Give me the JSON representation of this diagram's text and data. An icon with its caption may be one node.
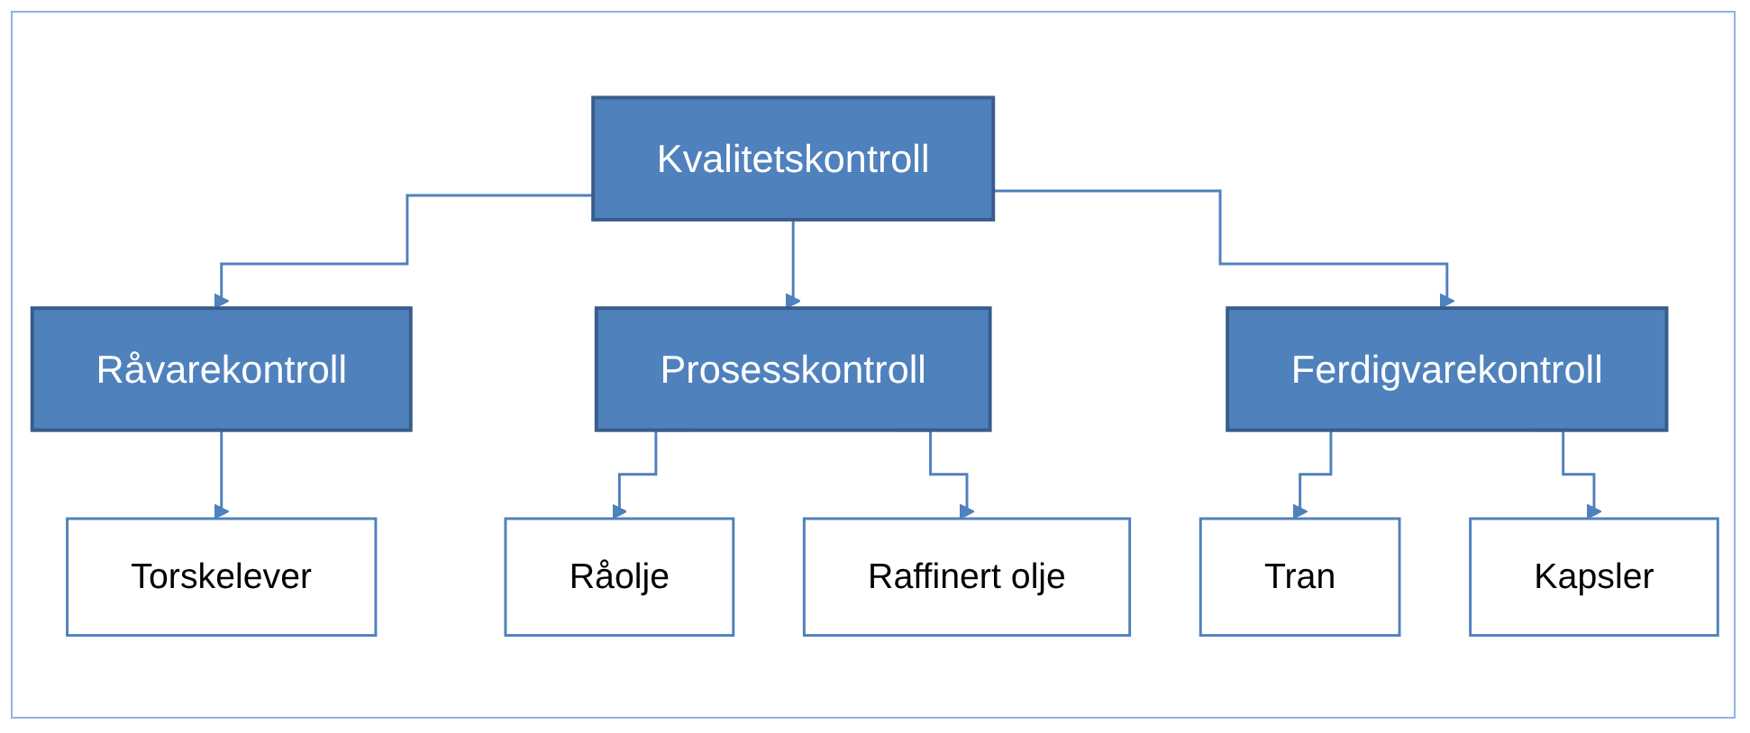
{
  "diagram": {
    "nodes": [
      {
        "text": [
          "Kvalitetskontroll"
        ]
      },
      {
        "text": [
          "Råvarekontroll"
        ]
      },
      {
        "text": [
          "Prosesskontroll"
        ]
      },
      {
        "text": [
          "Ferdigvarekontroll"
        ]
      },
      {
        "text": [
          "Torskelever"
        ]
      },
      {
        "text": [
          "Råolje"
        ]
      },
      {
        "text": [
          "Raffinert olje"
        ]
      },
      {
        "text": [
          "Tran"
        ]
      },
      {
        "text": [
          "Kapsler"
        ]
      }
    ],
    "edges": [
      {
        "from": 0,
        "to": 1,
        "arrow": "to"
      },
      {
        "from": 0,
        "to": 2,
        "arrow": "to"
      },
      {
        "from": 0,
        "to": 3,
        "arrow": "to"
      },
      {
        "from": 1,
        "to": 4,
        "arrow": "to"
      },
      {
        "from": 2,
        "to": 5,
        "arrow": "to"
      },
      {
        "from": 2,
        "to": 6,
        "arrow": "to"
      },
      {
        "from": 3,
        "to": 7,
        "arrow": "to"
      },
      {
        "from": 3,
        "to": 8,
        "arrow": "to"
      }
    ]
  }
}
